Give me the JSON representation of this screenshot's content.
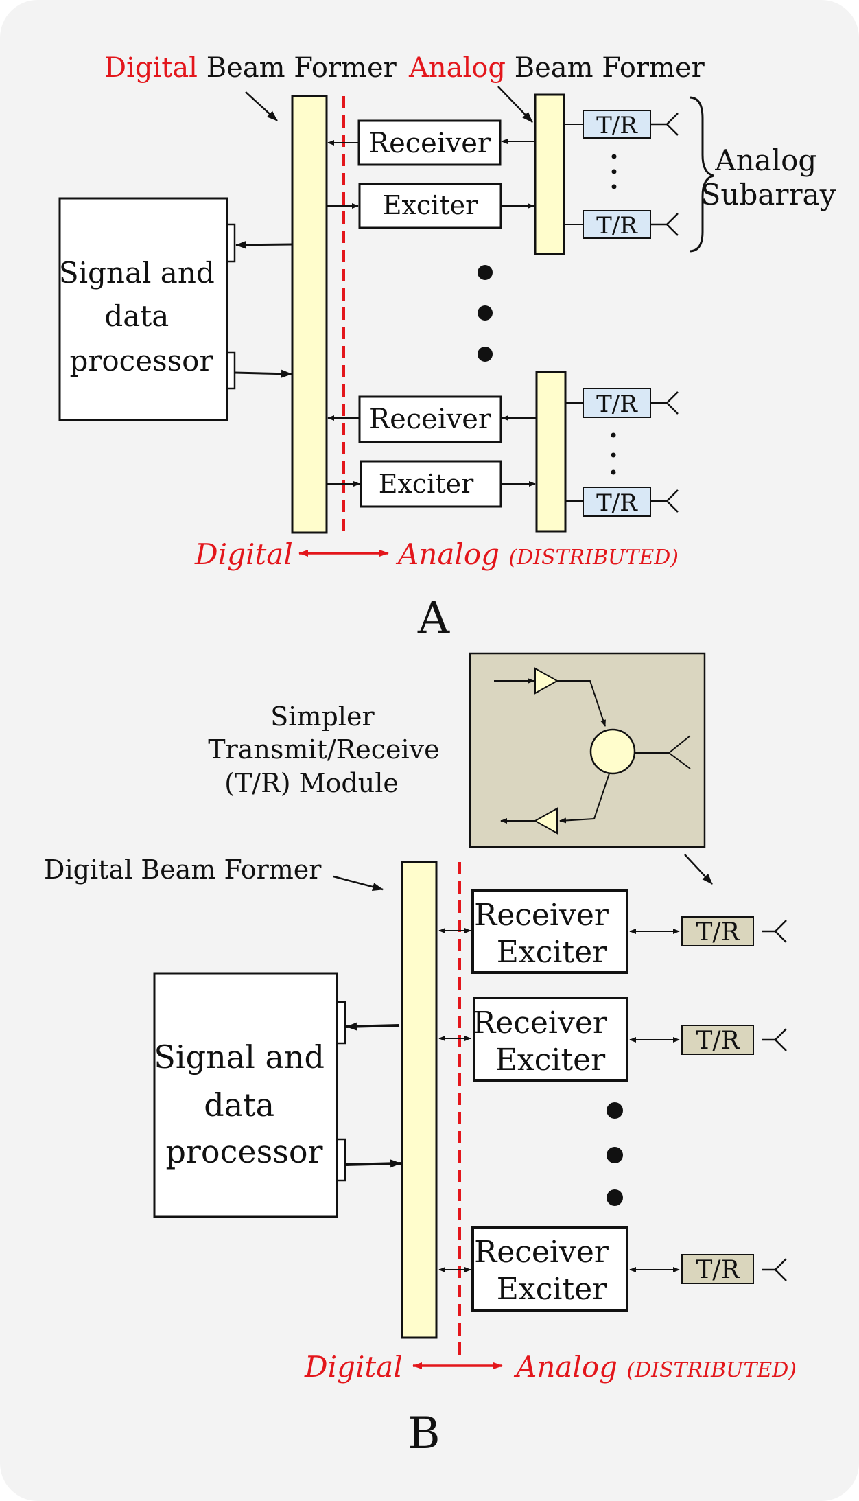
{
  "colors": {
    "background": "#f3f3f3",
    "beamformer_fill": "#fffdcc",
    "tr_fill_a": "#d9e8f6",
    "tr_fill_b": "#dad6bd",
    "module_bg": "#dad6c0",
    "red_accent": "#e3161b",
    "stroke": "#111111"
  },
  "panel_a": {
    "digital_word": "Digital",
    "beam_former_text": "Beam Former",
    "analog_word": "Analog",
    "analog_beam_former_text": "Beam Former",
    "processor_lines": [
      "Signal and",
      "data",
      "processor"
    ],
    "receiver_label": "Receiver",
    "exciter_label": "Exciter",
    "tr_label": "T/R",
    "subarray_lines": [
      "Analog",
      "Subarray"
    ],
    "boundary_digital": "Digital",
    "boundary_analog": "Analog",
    "boundary_distributed": "(DISTRIBUTED)",
    "panel_letter": "A"
  },
  "panel_b": {
    "module_caption_lines": [
      "Simpler",
      "Transmit/Receive",
      "(T/R) Module"
    ],
    "digital_beam_former": "Digital Beam Former",
    "processor_lines": [
      "Signal and",
      "data",
      "processor"
    ],
    "channel_lines": [
      "Receiver",
      "Exciter"
    ],
    "tr_label": "T/R",
    "boundary_digital": "Digital",
    "boundary_analog": "Analog",
    "boundary_distributed": "(DISTRIBUTED)",
    "panel_letter": "B"
  }
}
